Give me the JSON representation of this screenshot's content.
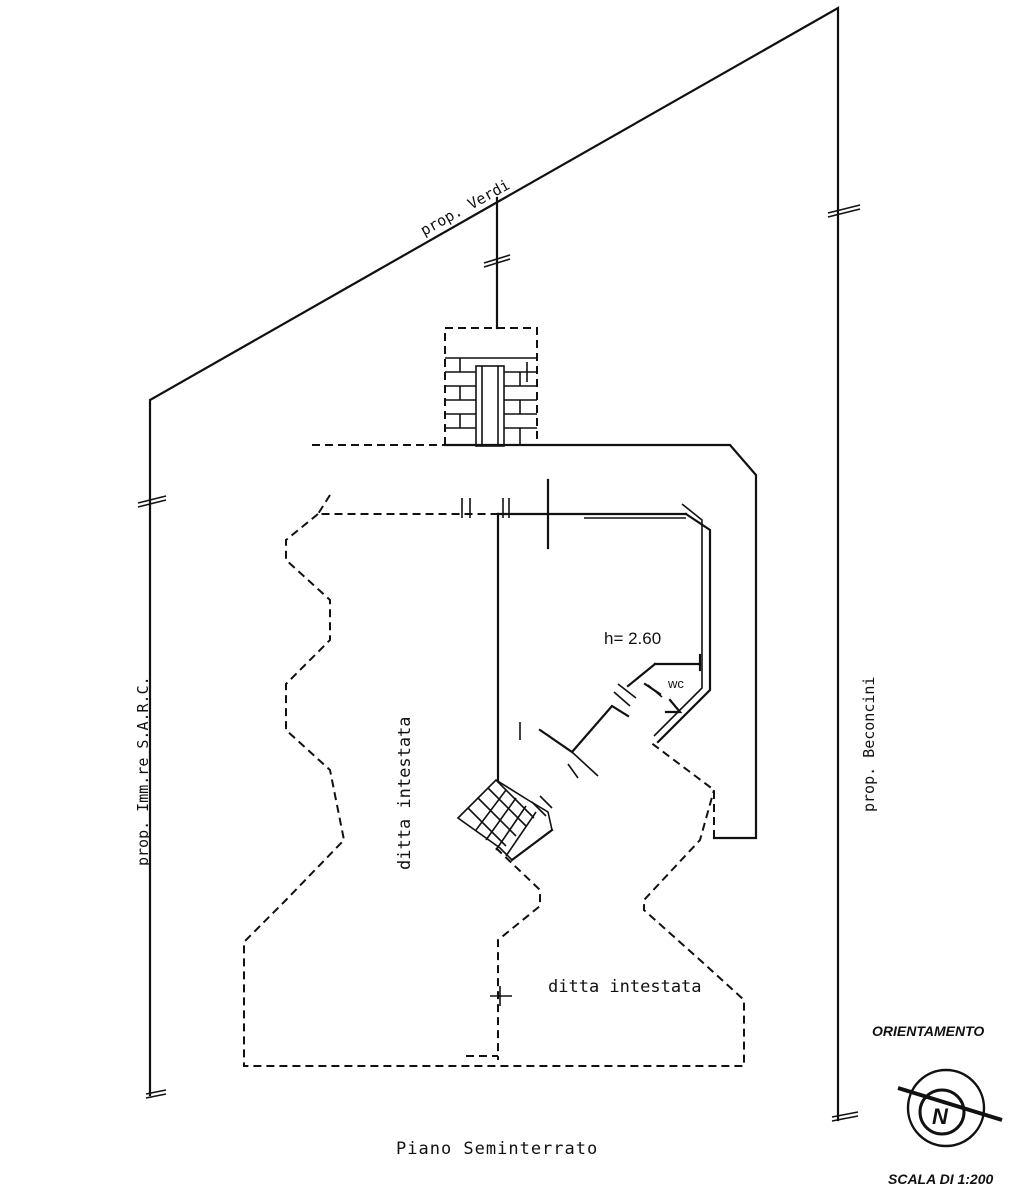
{
  "labels": {
    "neighbor_top": "prop. Verdi",
    "neighbor_left": "prop. Imm.re S.A.R.C.",
    "neighbor_right": "prop. Beconcini",
    "height": "h= 2.60",
    "wc": "wc",
    "owner_upper": "ditta intestata",
    "owner_lower": "ditta intestata",
    "floor_name": "Piano Seminterrato",
    "orientation_title": "ORIENTAMENTO",
    "north_letter": "N",
    "scale": "SCALA DI 1:200"
  },
  "colors": {
    "ink": "#111111",
    "paper": "#ffffff"
  },
  "icons": {
    "compass": "north-compass-icon"
  }
}
